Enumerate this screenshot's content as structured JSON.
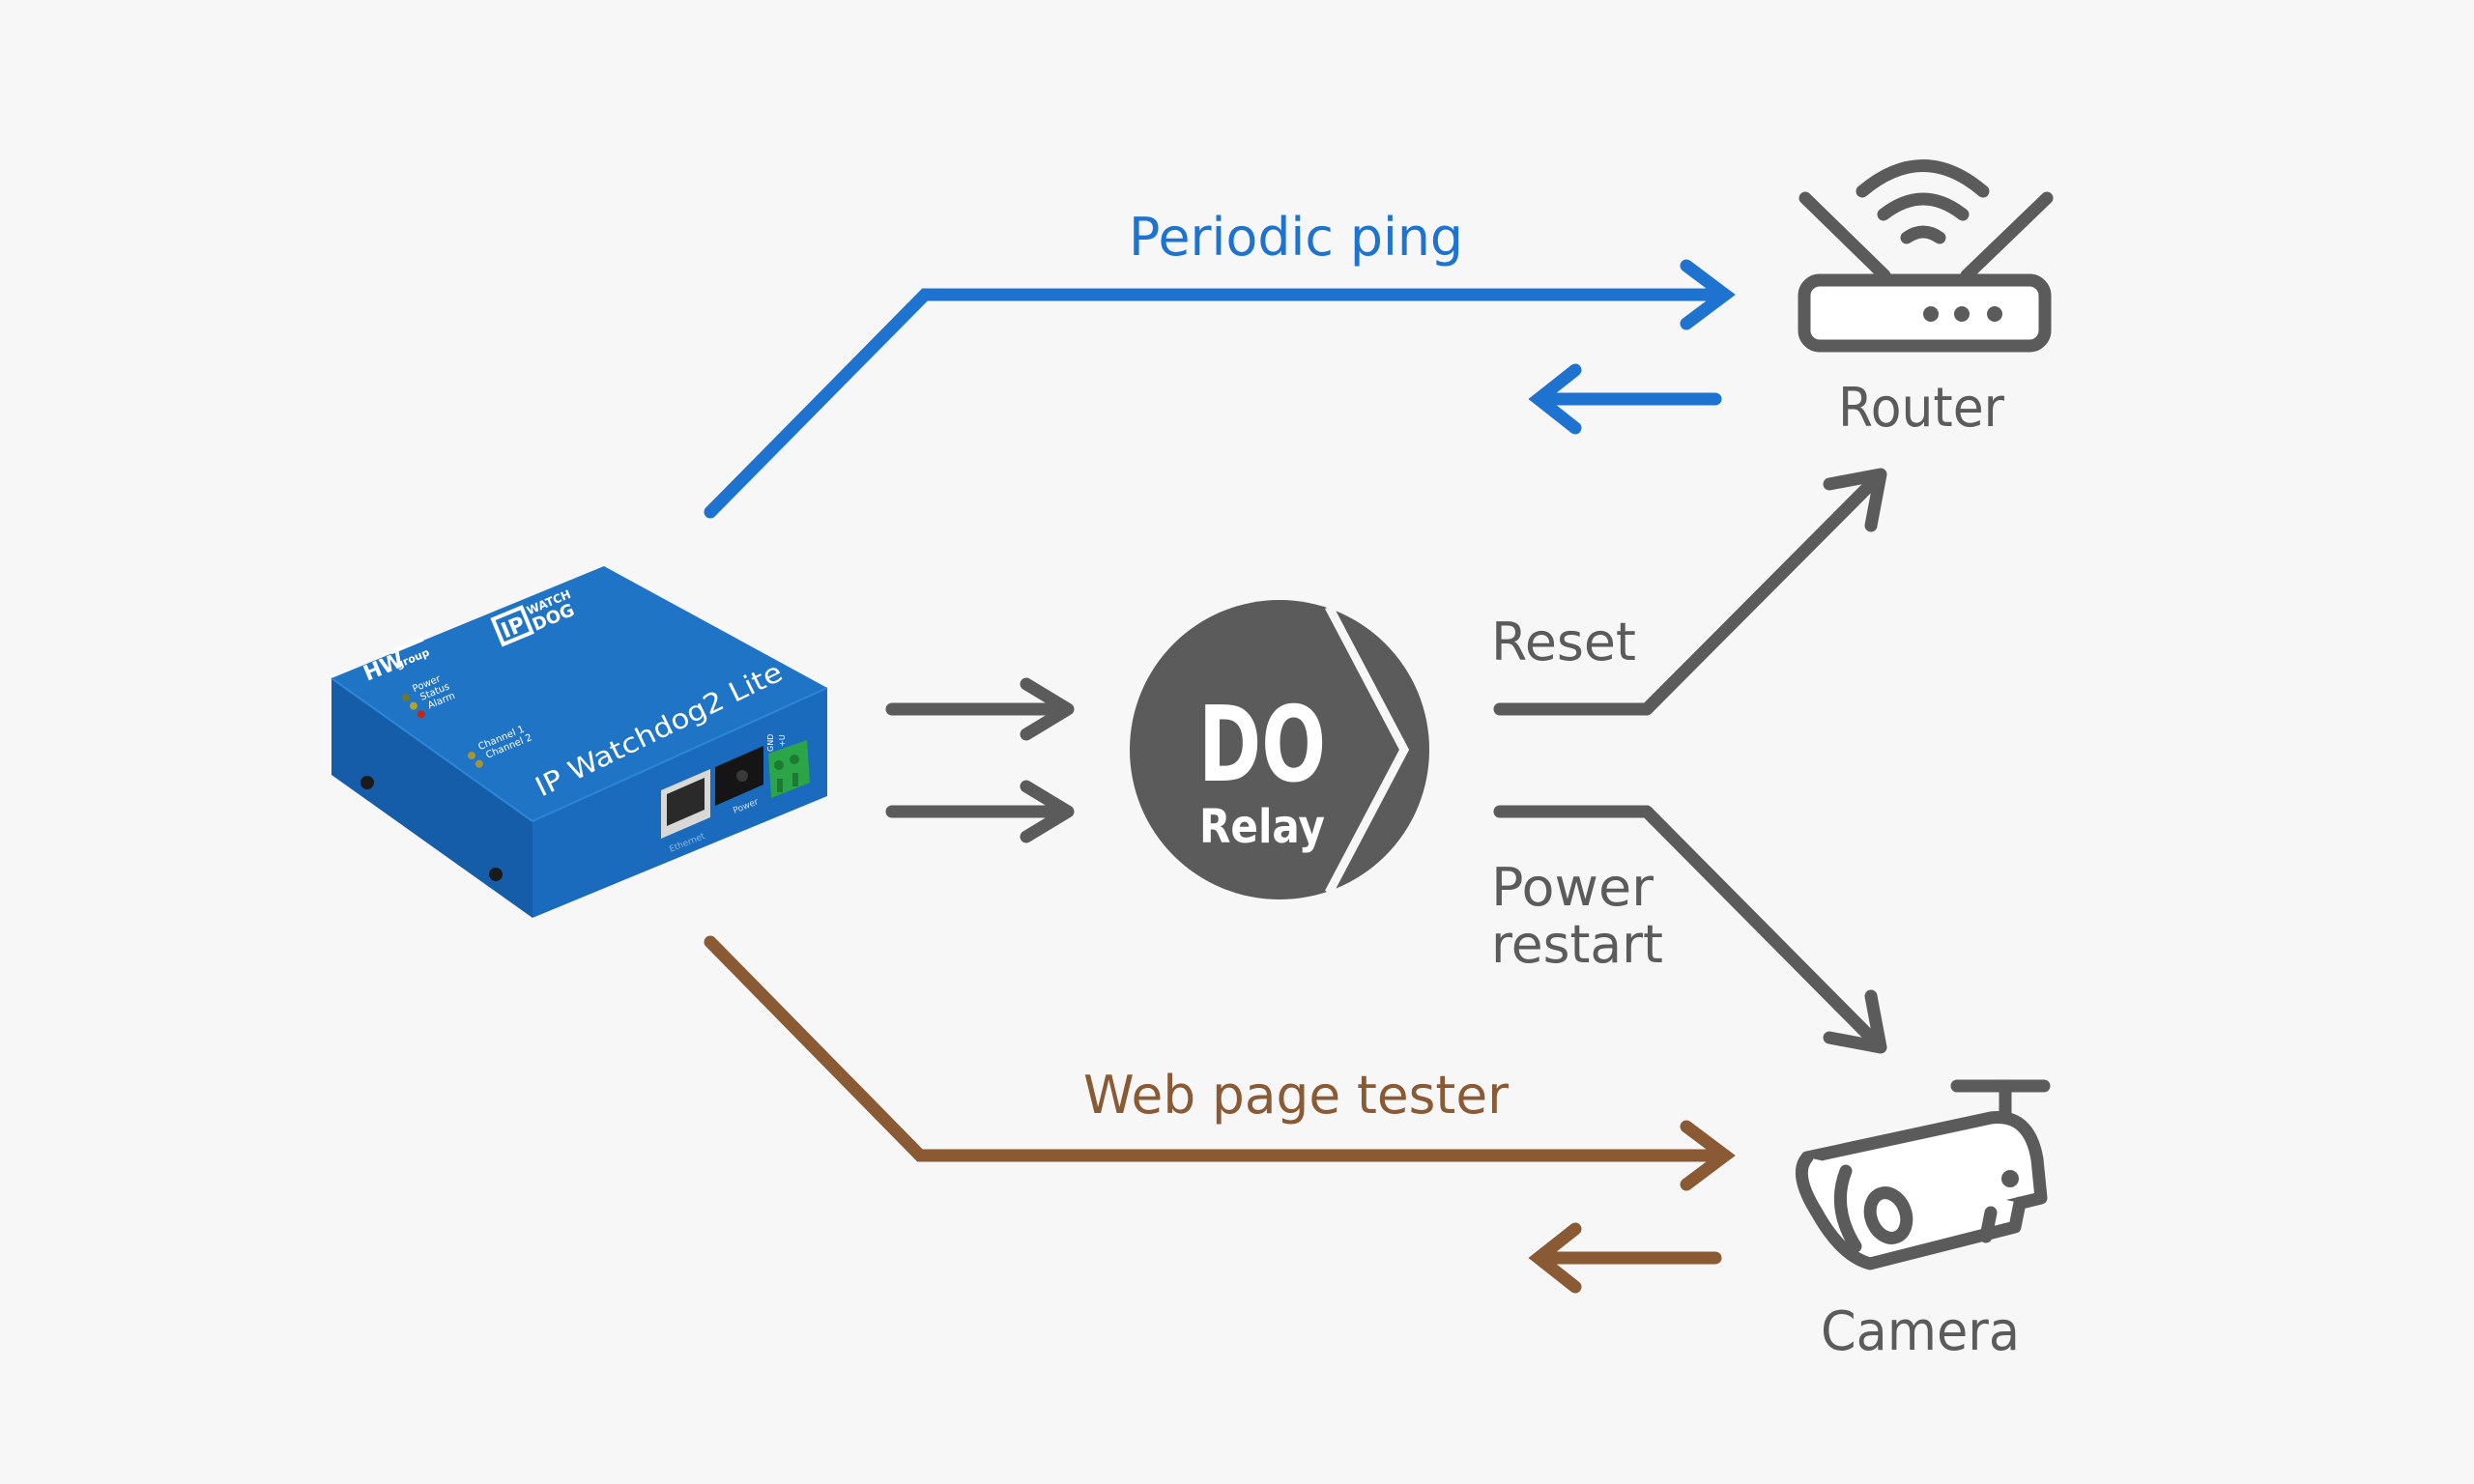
{
  "diagram": {
    "title": "IP Watchdog2 Lite connection diagram",
    "colors": {
      "background": "#f7f7f7",
      "ping": "#1e73d0",
      "web": "#8a5a35",
      "relay": "#5b5b5b",
      "device_blue": "#1a6fc4",
      "white": "#ffffff"
    },
    "device": {
      "brand": "HW",
      "brand_sub": "group",
      "logo_ip": "IP",
      "logo_watch": "WATCH",
      "logo_dog": "DOG",
      "model": "IP Watchdog2 Lite",
      "leds": [
        {
          "label": "Power",
          "color": "#6b7a2a"
        },
        {
          "label": "Status",
          "color": "#b5a22a"
        },
        {
          "label": "Alarm",
          "color": "#c0281c"
        }
      ],
      "channels": [
        {
          "label": "Channel 1",
          "color": "#a69533"
        },
        {
          "label": "Channel 2",
          "color": "#a69533"
        }
      ],
      "ports": {
        "ethernet": "Ethernet",
        "power": "Power",
        "terminal_gnd": "GND",
        "terminal_v": "+U"
      }
    },
    "relay": {
      "title": "DO",
      "subtitle": "Relay"
    },
    "labels": {
      "ping": "Periodic ping",
      "web": "Web page tester",
      "reset": "Reset",
      "power_1": "Power",
      "power_2": "restart"
    },
    "nodes": {
      "router": {
        "label": "Router",
        "icon": "router-icon"
      },
      "camera": {
        "label": "Camera",
        "icon": "camera-icon"
      }
    }
  }
}
